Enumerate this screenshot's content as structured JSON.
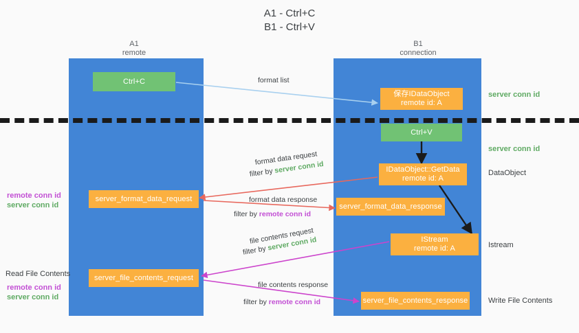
{
  "title": "A1 - Ctrl+C\nB1 - Ctrl+V",
  "columns": [
    {
      "name": "A1",
      "sub": "remote"
    },
    {
      "name": "B1",
      "sub": "connection"
    }
  ],
  "colors": {
    "lane": "#4285d6",
    "node_orange": "#fbb040",
    "node_green": "#71c274",
    "green_text": "#5faa63",
    "purple_text": "#c24fd4",
    "arrow_blue": "#a8d0ef",
    "arrow_red": "#e8685d",
    "arrow_magenta": "#cc44cc",
    "arrow_black": "#1b1b1b",
    "divider": "#1b1b1b",
    "background": "#fafafa"
  },
  "nodes": {
    "ctrl_c": {
      "label": "Ctrl+C",
      "sub": ""
    },
    "save_idataobject": {
      "label": "保存IDataObject",
      "sub": "remote id: A"
    },
    "ctrl_v": {
      "label": "Ctrl+V",
      "sub": ""
    },
    "getdata": {
      "label": "IDataObject::GetData",
      "sub": "remote id: A"
    },
    "format_data_request": {
      "label": "server_format_data_request",
      "sub": ""
    },
    "format_data_response": {
      "label": "server_format_data_response",
      "sub": ""
    },
    "istream": {
      "label": "IStream",
      "sub": "remote id: A"
    },
    "file_contents_request": {
      "label": "server_file_contents_request",
      "sub": ""
    },
    "file_contents_response": {
      "label": "server_file_contents_response",
      "sub": ""
    }
  },
  "edge_labels": {
    "format_list": "format list",
    "format_data_request": "format data request",
    "format_data_request_filter_prefix": "filter by ",
    "format_data_request_filter_value": "server conn id",
    "format_data_response": "format data response",
    "format_data_response_filter_prefix": "filter by ",
    "format_data_response_filter_value": "remote conn id",
    "file_contents_request": "file contents request",
    "file_contents_request_filter_prefix": "filter by ",
    "file_contents_request_filter_value": "server conn id",
    "file_contents_response": "file contents response",
    "file_contents_response_filter_prefix": "filter by ",
    "file_contents_response_filter_value": "remote conn id"
  },
  "right_labels": {
    "server_conn_id_1": "server conn id",
    "server_conn_id_2": "server conn id",
    "dataobject": "DataObject",
    "istream": "Istream",
    "write_file_contents": "Write File Contents"
  },
  "left_labels": {
    "remote_conn_id_1": "remote conn id",
    "server_conn_id_1": "server conn id",
    "read_file_contents": "Read File Contents",
    "remote_conn_id_2": "remote conn id",
    "server_conn_id_2": "server conn id"
  }
}
